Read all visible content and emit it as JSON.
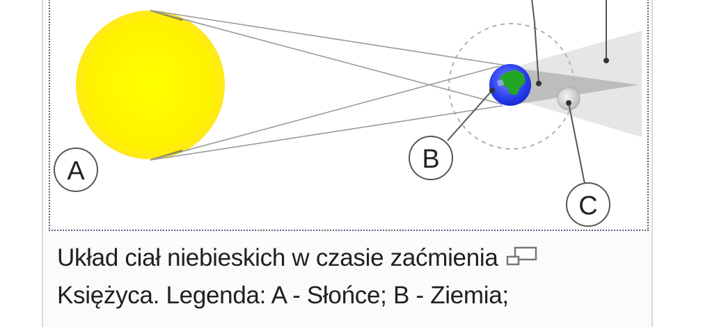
{
  "figure": {
    "labels": {
      "a": "A",
      "b": "B",
      "c": "C"
    },
    "colors": {
      "sun": "#ffff00",
      "earth_ocean": "#3344ee",
      "earth_land": "#22aa22",
      "umbra": "#bcbcbc",
      "penumbra": "#e4e4e4",
      "frame_border": "#5a5a78"
    }
  },
  "caption": {
    "line1": "Układ ciał niebieskich w czasie zaćmienia",
    "line2": "Księżyca. Legenda: A - Słońce; B - Ziemia;",
    "enlarge_icon": "magnify-clip-icon"
  }
}
